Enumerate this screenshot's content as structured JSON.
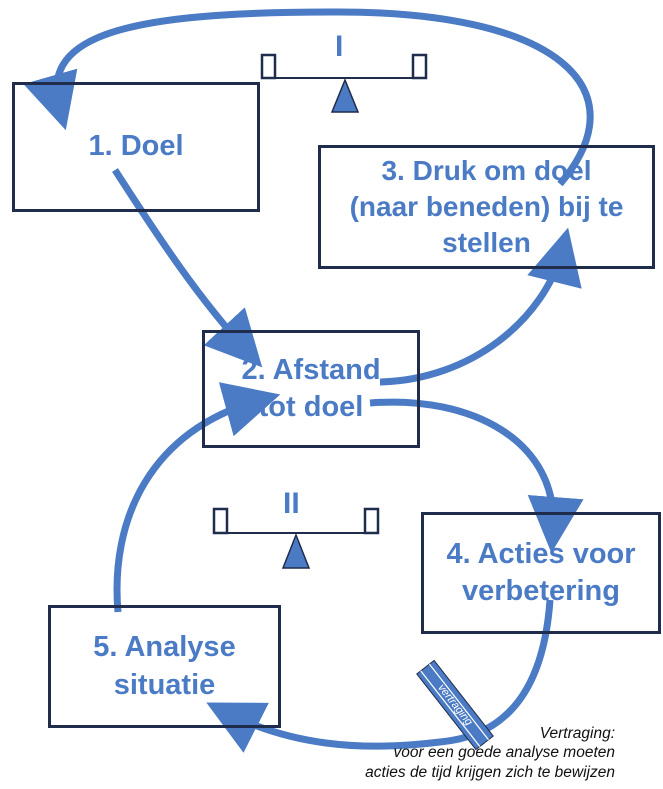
{
  "boxes": {
    "doel": {
      "line1": "1. Doel"
    },
    "druk": {
      "line1": "3. Druk om doel",
      "line2": "(naar beneden) bij te",
      "line3": "stellen"
    },
    "afstand": {
      "line1": "2. Afstand",
      "line2": "tot doel"
    },
    "acties": {
      "line1": "4. Acties voor",
      "line2": "verbetering"
    },
    "analyse": {
      "line1": "5. Analyse",
      "line2": "situatie"
    }
  },
  "loops": {
    "first": "I",
    "second": "II"
  },
  "delay": {
    "marker_label": "vertraging",
    "note_title": "Vertraging:",
    "note_line1": "voor een goede analyse moeten",
    "note_line2": "acties de tijd krijgen zich te bewijzen"
  },
  "colors": {
    "arrow": "#4a7bc4",
    "box_border": "#1f2c4b",
    "text": "#4a7bc4",
    "delay_marker": "#4a7bc4"
  }
}
